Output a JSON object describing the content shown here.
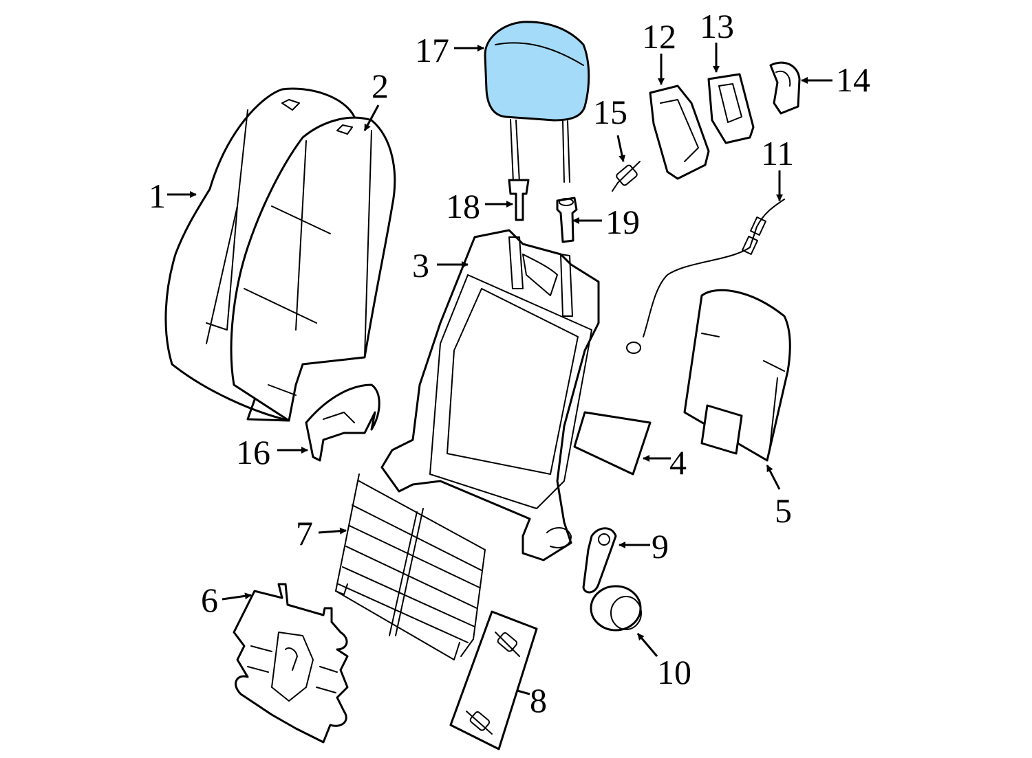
{
  "colors": {
    "highlight": "#a4dbf8",
    "line": "#000000",
    "background": "#ffffff"
  },
  "highlighted_part": "17",
  "callouts": [
    {
      "id": "c1",
      "label": "1"
    },
    {
      "id": "c2",
      "label": "2"
    },
    {
      "id": "c3",
      "label": "3"
    },
    {
      "id": "c4",
      "label": "4"
    },
    {
      "id": "c5",
      "label": "5"
    },
    {
      "id": "c6",
      "label": "6"
    },
    {
      "id": "c7",
      "label": "7"
    },
    {
      "id": "c8",
      "label": "8"
    },
    {
      "id": "c9",
      "label": "9"
    },
    {
      "id": "c10",
      "label": "10"
    },
    {
      "id": "c11",
      "label": "11"
    },
    {
      "id": "c12",
      "label": "12"
    },
    {
      "id": "c13",
      "label": "13"
    },
    {
      "id": "c14",
      "label": "14"
    },
    {
      "id": "c15",
      "label": "15"
    },
    {
      "id": "c16",
      "label": "16"
    },
    {
      "id": "c17",
      "label": "17"
    },
    {
      "id": "c18",
      "label": "18"
    },
    {
      "id": "c19",
      "label": "19"
    }
  ]
}
